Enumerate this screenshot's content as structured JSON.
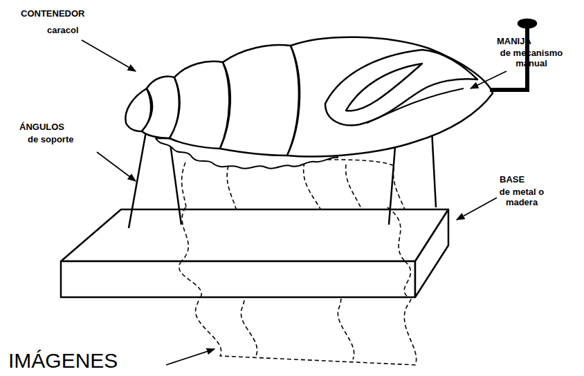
{
  "diagram": {
    "labels": [
      "CONTENEDOR",
      "caracol",
      "MANIJA",
      "de mecanismo manual",
      "ÁNGULOS",
      "de soporte",
      "BASE",
      "de metal o madera",
      "IMÁGENES"
    ]
  }
}
